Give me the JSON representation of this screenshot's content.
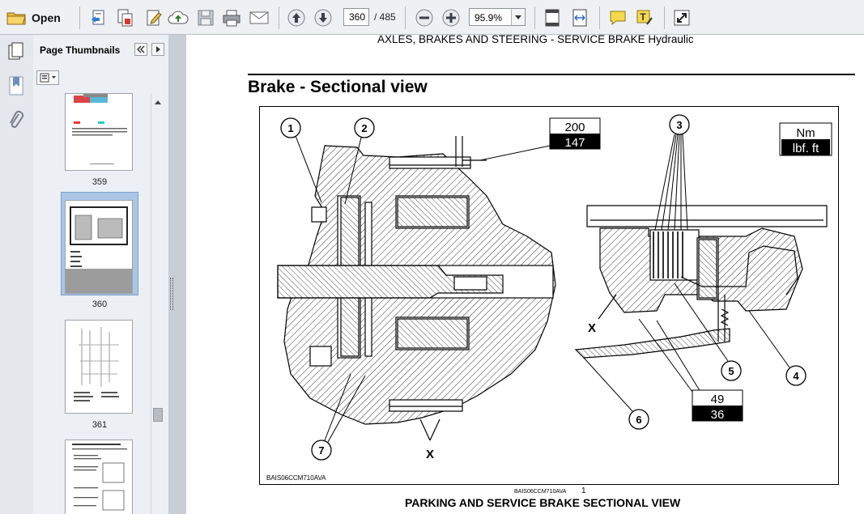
{
  "toolbar": {
    "open_label": "Open",
    "current_page": "360",
    "total_pages": "/ 485",
    "zoom_value": "95.9%"
  },
  "nav_panel": {
    "title": "Page Thumbnails",
    "thumbnails": [
      {
        "label": "359"
      },
      {
        "label": "360",
        "selected": true
      },
      {
        "label": "361"
      },
      {
        "label": ""
      }
    ]
  },
  "document": {
    "running_header": "AXLES, BRAKES AND STEERING - SERVICE BRAKE Hydraulic",
    "section_title": "Brake - Sectional view",
    "figure": {
      "callouts": [
        "1",
        "2",
        "3",
        "4",
        "5",
        "6",
        "7"
      ],
      "marker_x": "X",
      "torque_unit_metric": "Nm",
      "torque_unit_imperial": "lbf. ft",
      "torque_1_metric": "200",
      "torque_1_imperial": "147",
      "torque_2_metric": "49",
      "torque_2_imperial": "36",
      "figure_code": "BAIS06CCM710AVA"
    },
    "caption_id": "BAIS06CCM710AVA",
    "caption_number": "1",
    "caption_text": "PARKING AND SERVICE BRAKE SECTIONAL VIEW"
  },
  "colors": {
    "toolbar_bg": "#eef0f4",
    "nav_bg": "#eceff3",
    "selected_thumb": "#aac6e4",
    "splitter": "#c9cdd4"
  }
}
